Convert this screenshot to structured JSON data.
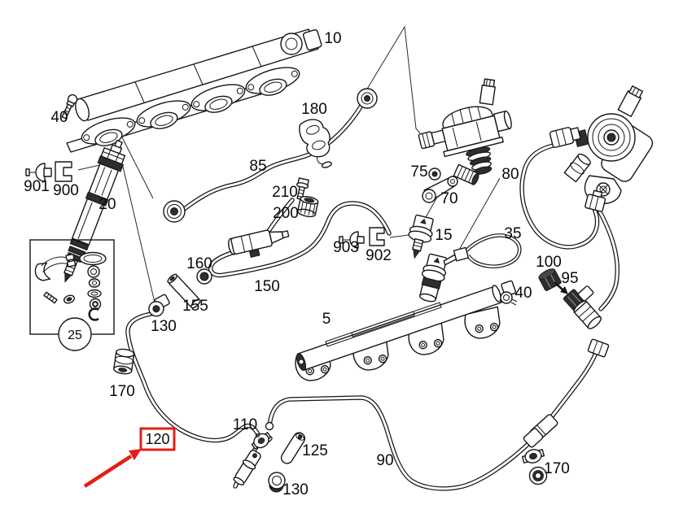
{
  "diagram": {
    "background_color": "#ffffff",
    "line_color": "#161616",
    "highlight_color": "#e41e17"
  },
  "labels": {
    "l10": "10",
    "l40_left": "40",
    "l901": "901",
    "l900": "900",
    "l20": "20",
    "l85": "85",
    "l180": "180",
    "l210": "210",
    "l200": "200",
    "l75": "75",
    "l70": "70",
    "l80": "80",
    "l15": "15",
    "l35": "35",
    "l903": "903",
    "l902": "902",
    "l100": "100",
    "l95": "95",
    "l40_right": "40",
    "l5": "5",
    "l25": "25",
    "l160": "160",
    "l155": "155",
    "l130_mid": "130",
    "l150": "150",
    "l170_left": "170",
    "l110": "110",
    "l125": "125",
    "l130_bottom": "130",
    "l90": "90",
    "l170_right": "170"
  },
  "highlight": {
    "label": "120"
  }
}
